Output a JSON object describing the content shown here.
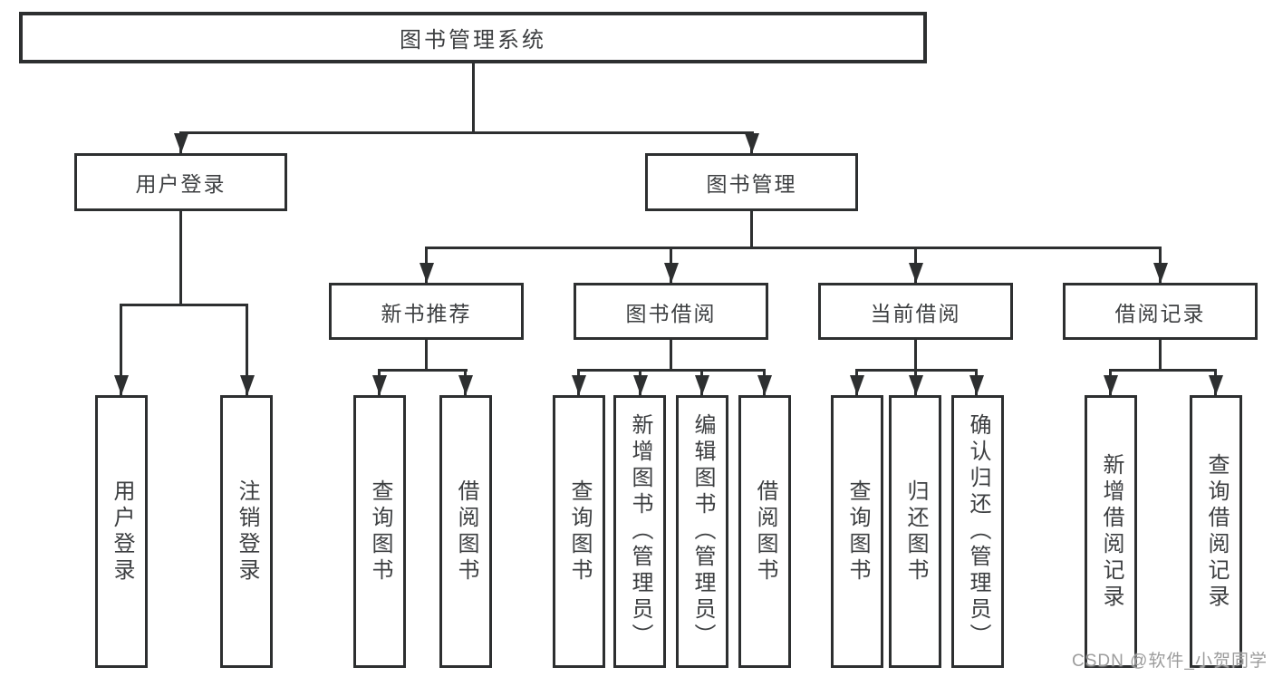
{
  "colors": {
    "line": "#2d2f30",
    "text": "#3d3f41",
    "box_fill": "#ffffff",
    "background": "#ffffff",
    "watermark": "#9c9c9c"
  },
  "diagram": {
    "root": {
      "label": "图书管理系统"
    },
    "level2": [
      {
        "id": "user-login",
        "label": "用户登录"
      },
      {
        "id": "book-management",
        "label": "图书管理"
      }
    ],
    "level3": [
      {
        "id": "new-book-recommend",
        "label": "新书推荐"
      },
      {
        "id": "book-borrowing",
        "label": "图书借阅"
      },
      {
        "id": "current-borrowing",
        "label": "当前借阅"
      },
      {
        "id": "borrowing-records",
        "label": "借阅记录"
      }
    ],
    "leaves": [
      {
        "id": "leaf-user-login",
        "label": "用户登录"
      },
      {
        "id": "leaf-logout",
        "label": "注销登录"
      },
      {
        "id": "leaf-query-books-recommend",
        "label": "查询图书"
      },
      {
        "id": "leaf-borrow-books-recommend",
        "label": "借阅图书"
      },
      {
        "id": "leaf-query-books-borrowing",
        "label": "查询图书"
      },
      {
        "id": "leaf-add-books-admin",
        "label": "新增图书（管理员）"
      },
      {
        "id": "leaf-edit-books-admin",
        "label": "编辑图书（管理员）"
      },
      {
        "id": "leaf-borrow-books-borrowing",
        "label": "借阅图书"
      },
      {
        "id": "leaf-query-books-current",
        "label": "查询图书"
      },
      {
        "id": "leaf-return-books",
        "label": "归还图书"
      },
      {
        "id": "leaf-confirm-return-admin",
        "label": "确认归还（管理员）"
      },
      {
        "id": "leaf-add-borrow-record",
        "label": "新增借阅记录"
      },
      {
        "id": "leaf-query-borrow-record",
        "label": "查询借阅记录"
      }
    ]
  },
  "watermark": {
    "text": "CSDN @软件_小贺同学"
  }
}
